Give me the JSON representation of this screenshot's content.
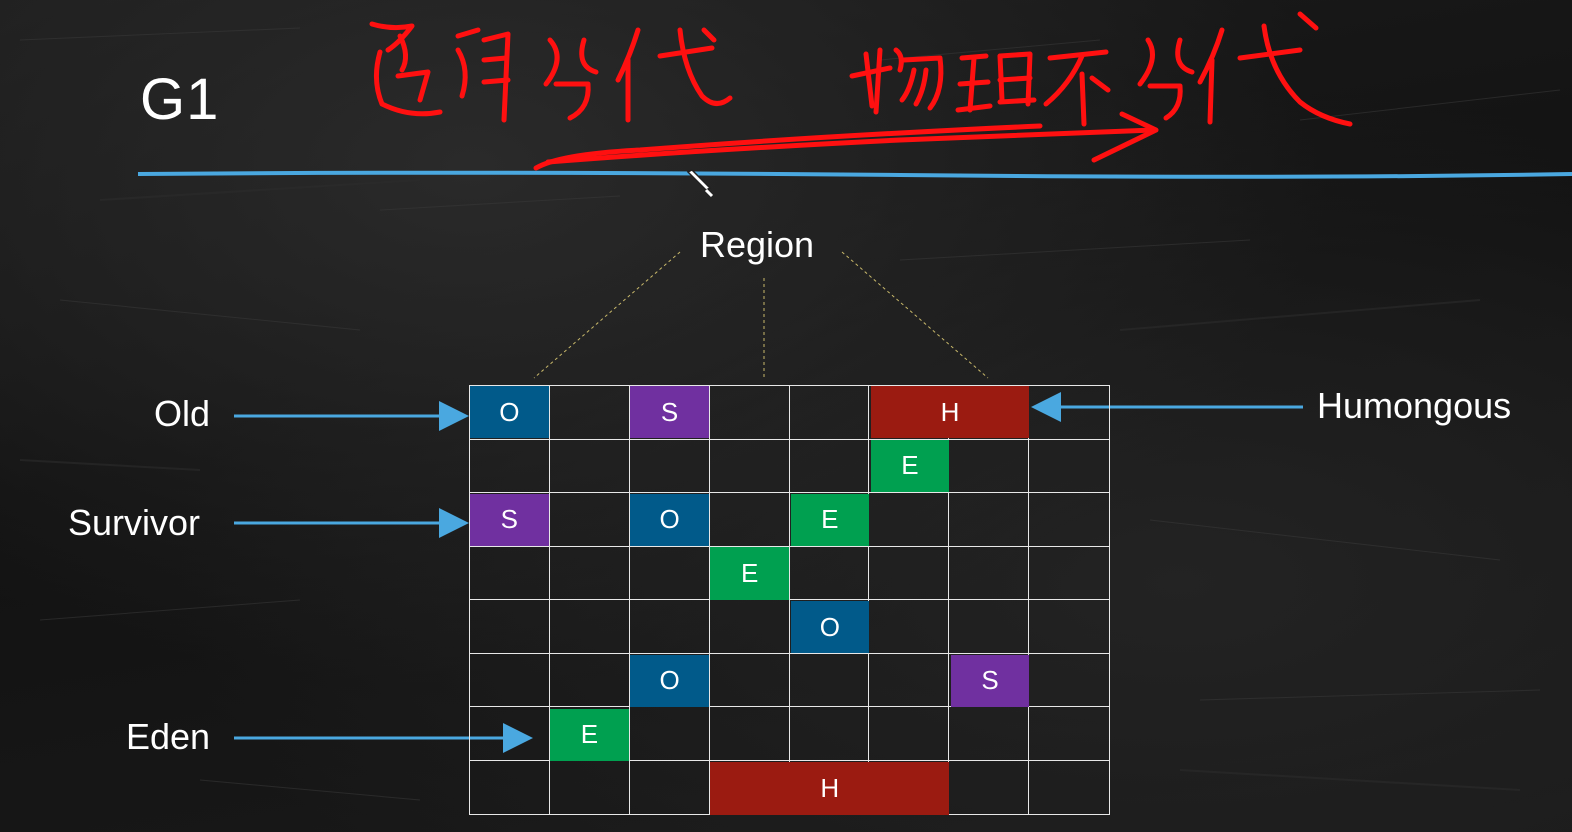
{
  "title": "G1",
  "region_label": "Region",
  "labels": {
    "old": "Old",
    "survivor": "Survivor",
    "eden": "Eden",
    "humongous": "Humongous"
  },
  "colors": {
    "old": "#015a8a",
    "survivor": "#7030a0",
    "eden": "#00a050",
    "humongous": "#9b1b11",
    "arrow": "#4aa8e0",
    "annotation": "#ff1010"
  },
  "grid": {
    "rows": 8,
    "cols": 8,
    "blocks": [
      {
        "row": 0,
        "col": 0,
        "span": 1,
        "kind": "old",
        "text": "O"
      },
      {
        "row": 0,
        "col": 2,
        "span": 1,
        "kind": "survivor",
        "text": "S"
      },
      {
        "row": 0,
        "col": 5,
        "span": 2,
        "kind": "humongous",
        "text": "H"
      },
      {
        "row": 1,
        "col": 5,
        "span": 1,
        "kind": "eden",
        "text": "E"
      },
      {
        "row": 2,
        "col": 0,
        "span": 1,
        "kind": "survivor",
        "text": "S"
      },
      {
        "row": 2,
        "col": 2,
        "span": 1,
        "kind": "old",
        "text": "O"
      },
      {
        "row": 2,
        "col": 4,
        "span": 1,
        "kind": "eden",
        "text": "E"
      },
      {
        "row": 3,
        "col": 3,
        "span": 1,
        "kind": "eden",
        "text": "E"
      },
      {
        "row": 4,
        "col": 4,
        "span": 1,
        "kind": "old",
        "text": "O"
      },
      {
        "row": 5,
        "col": 2,
        "span": 1,
        "kind": "old",
        "text": "O"
      },
      {
        "row": 5,
        "col": 6,
        "span": 1,
        "kind": "survivor",
        "text": "S"
      },
      {
        "row": 6,
        "col": 1,
        "span": 1,
        "kind": "eden",
        "text": "E"
      },
      {
        "row": 7,
        "col": 3,
        "span": 3,
        "kind": "humongous",
        "text": "H"
      }
    ]
  },
  "handwriting": {
    "left_phrase": "逻辑分代",
    "right_phrase": "物理不分代"
  },
  "icons": {
    "cursor": "pen-cursor-icon"
  }
}
